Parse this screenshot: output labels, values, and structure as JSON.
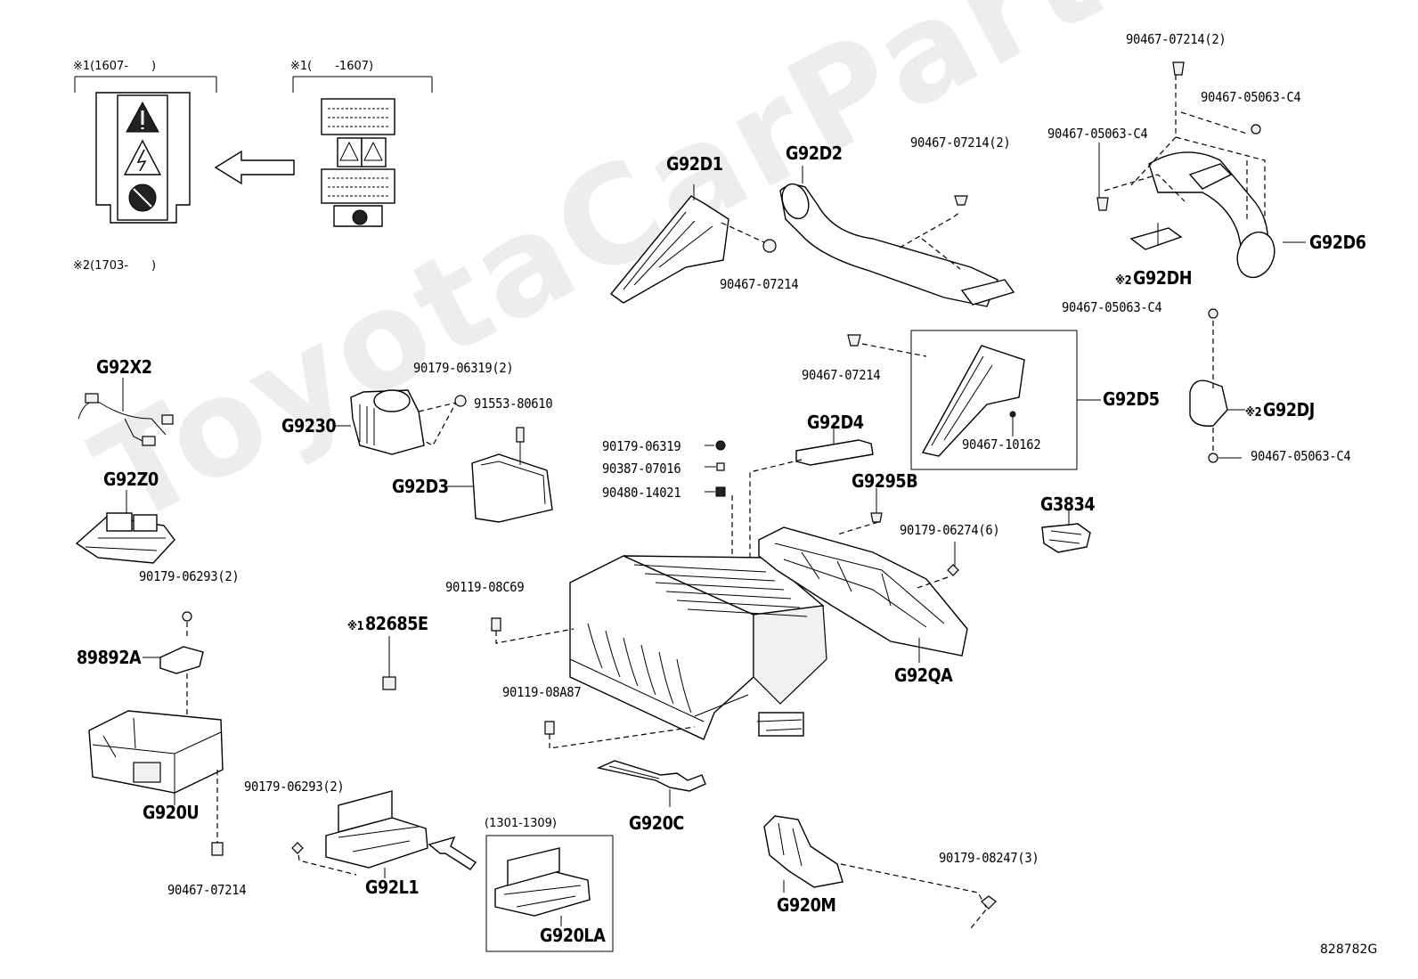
{
  "diagram_id": "828782G",
  "watermark": "ToyotaCarPartsOnline.ru",
  "labels_top_left": {
    "variant1_mark": "※1",
    "variant1_range": "(1607-　　)",
    "variant2_mark": "※1",
    "variant2_range": "(　　-1607)",
    "variant3_mark": "※2",
    "variant3_range": "(1703-　　)"
  },
  "sub_box_range": "(1301-1309)",
  "parts": {
    "G92D1": "G92D1",
    "G92D2": "G92D2",
    "G92D3": "G92D3",
    "G92D4": "G92D4",
    "G92D5": "G92D5",
    "G92D6": "G92D6",
    "G92DH": "G92DH",
    "G92DH_mark": "※2",
    "G92DJ": "G92DJ",
    "G92DJ_mark": "※2",
    "G92X2": "G92X2",
    "G92Z0": "G92Z0",
    "G9230": "G9230",
    "G9295B": "G9295B",
    "G3834": "G3834",
    "G92QA": "G92QA",
    "89892A": "89892A",
    "82685E": "82685E",
    "82685E_mark": "※1",
    "G920U": "G920U",
    "G92L1": "G92L1",
    "G920LA": "G920LA",
    "G920C": "G920C",
    "G920M": "G920M"
  },
  "fasteners": {
    "f_90467_07214_2_top": "90467-07214(2)",
    "f_90467_05063_C4_a": "90467-05063-C4",
    "f_90467_05063_C4_b": "90467-05063-C4",
    "f_90467_07214_2_mid": "90467-07214(2)",
    "f_90467_07214_a": "90467-07214",
    "f_90467_05063_C4_c": "90467-05063-C4",
    "f_90467_07214_b": "90467-07214",
    "f_90467_10162": "90467-10162",
    "f_90467_05063_C4_d": "90467-05063-C4",
    "f_90179_06319_2": "90179-06319(2)",
    "f_91553_80610": "91553-80610",
    "f_90179_06319": "90179-06319",
    "f_90387_07016": "90387-07016",
    "f_90480_14021": "90480-14021",
    "f_90179_06274_6": "90179-06274(6)",
    "f_90119_08C69": "90119-08C69",
    "f_90179_06293_2_a": "90179-06293(2)",
    "f_90119_08A87": "90119-08A87",
    "f_90179_06293_2_b": "90179-06293(2)",
    "f_90467_07214_c": "90467-07214",
    "f_90179_08247_3": "90179-08247(3)"
  }
}
